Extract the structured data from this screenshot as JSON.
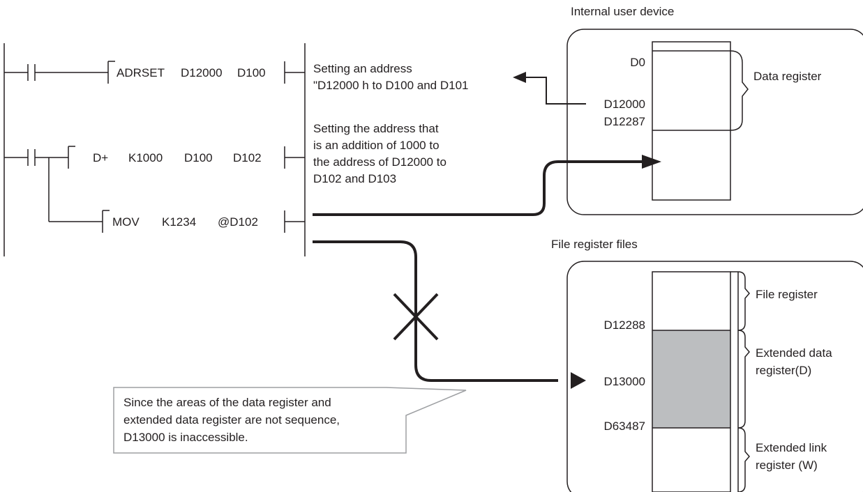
{
  "ladder": {
    "rung1": {
      "instruction": "ADRSET",
      "operand1": "D12000",
      "operand2": "D100"
    },
    "rung2": {
      "instruction": "D+",
      "operand1": "K1000",
      "operand2": "D100",
      "operand3": "D102"
    },
    "rung3": {
      "instruction": "MOV",
      "operand1": "K1234",
      "operand2": "@D102"
    }
  },
  "comments": {
    "rung1": [
      "Setting an address",
      "\"D12000 h to D100 and D101"
    ],
    "rung2": [
      "Setting the address that",
      "is an addition of 1000 to",
      "the address of D12000 to",
      "D102 and D103"
    ]
  },
  "internal_device": {
    "title": "Internal user device",
    "labels": {
      "d0": "D0",
      "d12000": "D12000",
      "d12287": "D12287"
    },
    "brace_label": "Data register"
  },
  "file_register": {
    "title": "File register files",
    "labels": {
      "d12288": "D12288",
      "d13000": "D13000",
      "d63487": "D63487"
    },
    "brace_labels": {
      "file_register": "File register",
      "extended_data": [
        "Extended data",
        "register(D)"
      ],
      "extended_link": [
        "Extended link",
        "register (W)"
      ]
    }
  },
  "callout": [
    "Since the areas of the data register and",
    "extended data register are not sequence,",
    "D13000 is inaccessible."
  ],
  "colors": {
    "line": "#231f20",
    "highlight_fill": "#bcbec0",
    "background": "#ffffff"
  }
}
